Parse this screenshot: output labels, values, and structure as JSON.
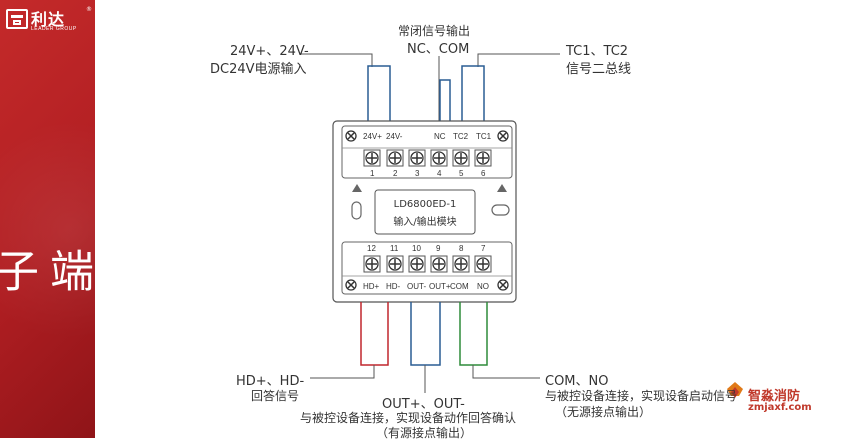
{
  "brand": {
    "name": "利达",
    "subtitle": "LEADER GROUP",
    "reg_mark": "®"
  },
  "sidebar": {
    "title_chars": [
      "端",
      "子",
      "说",
      "明"
    ]
  },
  "callouts": {
    "power": {
      "line1": "24V+、24V-",
      "line2": "DC24V电源输入"
    },
    "nc_com": {
      "line1": "常闭信号输出",
      "line2": "NC、COM"
    },
    "tc": {
      "line1": "TC1、TC2",
      "line2": "信号二总线"
    },
    "hd": {
      "line1": "HD+、HD-",
      "line2": "回答信号"
    },
    "out": {
      "line1": "OUT+、OUT-",
      "line2": "与被控设备连接，实现设备动作回答确认",
      "line3": "（有源接点输出）"
    },
    "com_no": {
      "line1": "COM、NO",
      "line2": "与被控设备连接，实现设备启动信号",
      "line3": "（无源接点输出）"
    }
  },
  "module": {
    "model": "LD6800ED-1",
    "name": "输入/输出模块",
    "top_terminal_names": [
      "24V+",
      "24V-",
      "",
      "NC",
      "TC2",
      "TC1"
    ],
    "top_terminal_numbers": [
      "1",
      "2",
      "3",
      "4",
      "5",
      "6"
    ],
    "bottom_terminal_numbers": [
      "12",
      "11",
      "10",
      "9",
      "8",
      "7"
    ],
    "bottom_terminal_names": [
      "HD+",
      "HD-",
      "OUT-",
      "OUT+",
      "COM",
      "NO"
    ]
  },
  "wire_colors": {
    "top": "#2a5d94",
    "hd": "#c0272d",
    "out": "#2a5d94",
    "com_no": "#2e8b3a",
    "leader": "#555555"
  },
  "watermark": {
    "text": "智淼消防",
    "url": "zmjaxf.com"
  }
}
